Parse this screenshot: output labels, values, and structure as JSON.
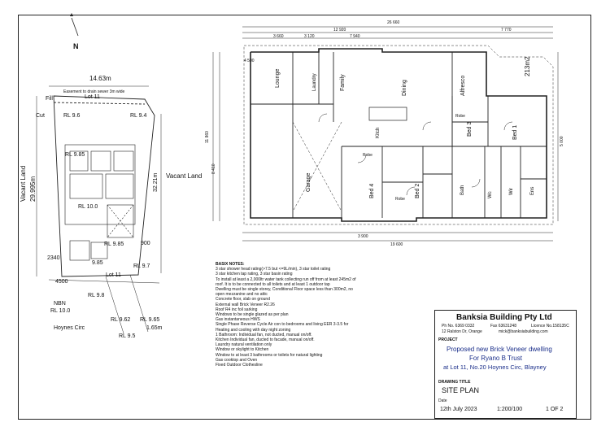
{
  "compass": {
    "label": "N"
  },
  "site": {
    "width_top": "14.63m",
    "easement": "Easement to drain sewer 3m wide",
    "lot_top": "Lot 11",
    "lot_bottom": "Lot 11",
    "fill": "Fill",
    "cut": "Cut",
    "vacant_left": "Vacant Land",
    "vacant_right": "Vacant Land",
    "length_left": "29.995m",
    "length_right": "32.21m",
    "rl_96": "RL 9.6",
    "rl_94": "RL 9.4",
    "rl_985_top": "RL 9.85",
    "rl_100": "RL 10.0",
    "rl_985_mid": "RL 9.85",
    "rl_985_low": "9.85",
    "rl_97": "RL 9.7",
    "dim_900": "900",
    "dim_2340": "2340",
    "dim_4500": "4500",
    "rl_98": "RL 9.8",
    "nbn": "NBN",
    "rl_100_bottom": "RL 10.0",
    "rl_962": "RL 9.62",
    "rl_965": "RL 9.65",
    "dim_165": "1.65m",
    "rl_95": "RL 9.5",
    "street": "Hoynes Circ"
  },
  "plan": {
    "overall_width": "26 660",
    "dim_12920": "12 920",
    "dim_7770": "7 770",
    "dim_3660": "3 660",
    "dim_7940": "7 940",
    "dim_3120": "3 120",
    "dim_3900": "3 900",
    "dim_4500": "4 500",
    "dim_19600": "19 600",
    "dim_11860": "11 860",
    "dim_8410": "8 410",
    "dim_5000": "5 000",
    "area": "213m2",
    "rooms": {
      "lounge": "Lounge",
      "laundry": "Laundry",
      "family": "Family",
      "dining": "Dining",
      "alfresco": "Alfresco",
      "kitch": "Kitch",
      "bed3": "Bed 3",
      "bed1": "Bed 1",
      "garage": "Garage",
      "bed4": "Bed 4",
      "bed2": "Bed 2",
      "bath": "Bath",
      "wc": "Wc",
      "wir": "Wir",
      "ens": "Ens",
      "robe1": "Robe",
      "robe2": "Robe",
      "robe3": "Robe"
    }
  },
  "basix": {
    "heading": "BASIX NOTES:",
    "lines": [
      "3 star shower head rating(>7.5 but <=9L/min), 3 star toilet rating",
      "3 star kitchen tap rating, 3 star basin rating",
      "To install at least a 2,000ltr water tank collecting run off from at least 245m2 of",
      "roof. It is to be connected to all toilets and at least 1 outdoor tap",
      "Dwelling must be single storey, Conditional Floor space less than 300m2, no",
      "open mezzanine and no attic",
      "Concrete floor, slab on ground",
      "External wall Brick Veneer R2.26",
      "Roof R4 inc foil sarking",
      "Windows to be single glazed as per plan",
      "Gas instantaneous HWS",
      "Single Phase Reverse Cycle Air con to bedrooms and living EER 3-3.5 for",
      "Heating and cooling with day night zoning",
      "1 Bathroom: Individual fan, not ducted, manual on/off.",
      "Kitchen Individual fan, ducted to facade, manual on/off.",
      "Laundry natural ventilation only",
      "Window or skylight to Kitchen",
      "Window to at least 3 bathrooms or toilets for natural lighting",
      "Gas cooktop and Oven",
      "Fixed Outdoor Clothesline"
    ]
  },
  "title_block": {
    "company": "Banksia Building Pty Ltd",
    "phone": "Ph No. 6369 0332",
    "fax": "Fax  63631248",
    "licence": "Licence No.158135C",
    "address": "12 Ralston Dr, Orange",
    "email": "mick@banksiabuilding.com",
    "project_label": "PROJECT",
    "project_line1": "Proposed new Brick Veneer dwelling",
    "project_line2": "For Ryano B Trust",
    "project_line3": "at Lot 11, No.20 Hoynes Circ, Blayney",
    "drawing_title_label": "DRAWING TITLE",
    "drawing_title": "SITE PLAN",
    "date_label": "Date",
    "date": "12th July 2023",
    "scale": "1:200/100",
    "sheet": "1 OF 2"
  }
}
